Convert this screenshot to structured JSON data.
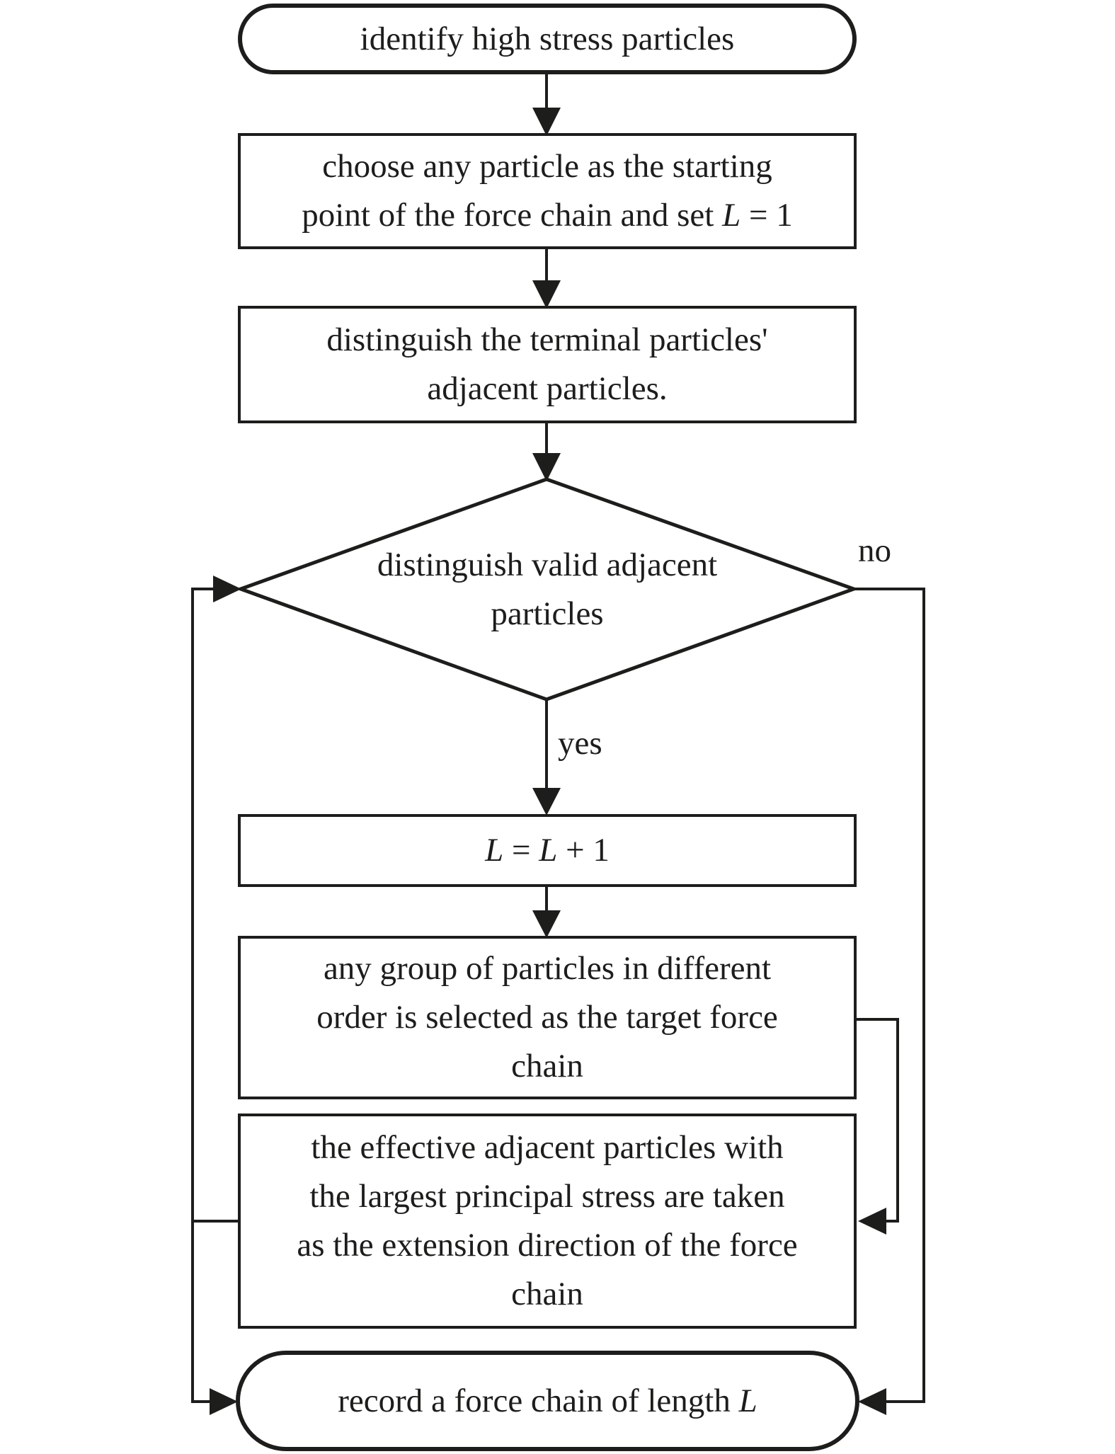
{
  "colors": {
    "ink": "#1d1d1b",
    "background": "#ffffff"
  },
  "flowchart": {
    "start": {
      "label": "identify high stress particles"
    },
    "choose_box": {
      "line1": "choose any particle as the starting",
      "line2": {
        "pre": "point of the force chain and set ",
        "var": "L",
        "post": " = 1"
      }
    },
    "terminal_box": {
      "line1": "distinguish the terminal particles'",
      "line2": "adjacent particles."
    },
    "decision": {
      "line1": "distinguish valid adjacent",
      "line2": "particles"
    },
    "labels": {
      "yes": "yes",
      "no": "no"
    },
    "increment_box": {
      "var1": "L",
      "mid": " = ",
      "var2": "L",
      "post": " + 1"
    },
    "group_box": {
      "line1": "any group of particles in different",
      "line2": "order is selected as the target force",
      "line3": "chain"
    },
    "effective_box": {
      "line1": "the effective adjacent particles with",
      "line2": "the largest principal stress are taken",
      "line3": "as the extension direction of the force",
      "line4": "chain"
    },
    "end": {
      "pre": "record a force chain of length ",
      "var": "L"
    }
  }
}
